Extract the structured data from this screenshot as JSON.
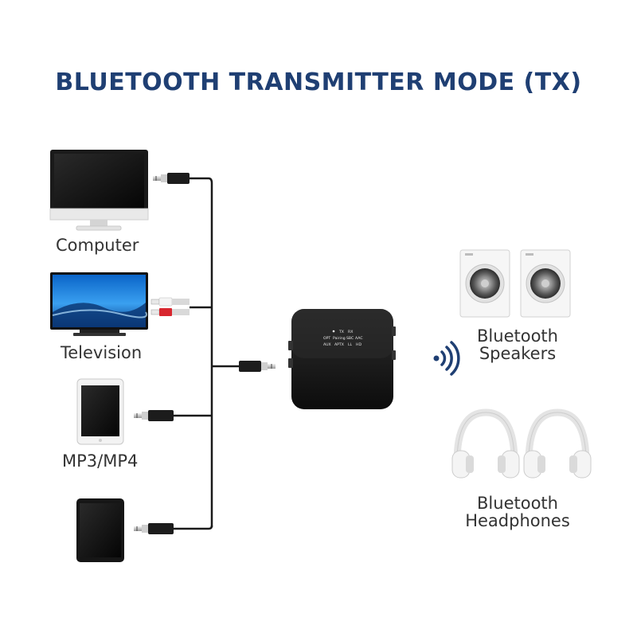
{
  "title": "BLUETOOTH TRANSMITTER MODE (TX)",
  "sources": [
    {
      "label": "Computer",
      "icon": "computer-monitor-icon"
    },
    {
      "label": "Television",
      "icon": "television-icon"
    },
    {
      "label": "MP3/MP4",
      "icon": "tablet-white-icon"
    },
    {
      "label": "",
      "icon": "tablet-black-icon"
    }
  ],
  "outputs": [
    {
      "label_line1": "Bluetooth",
      "label_line2": "Speakers",
      "icon": "speakers-icon"
    },
    {
      "label_line1": "Bluetooth",
      "label_line2": "Headphones",
      "icon": "headphones-icon"
    }
  ],
  "device": {
    "row1": [
      "TX",
      "RX"
    ],
    "row2": [
      "OPT",
      "Pairing",
      "SBC",
      "AAC"
    ],
    "row3": [
      "AUX",
      "APTX",
      "LL",
      "HD"
    ]
  },
  "colors": {
    "title": "#1f3f73",
    "signal": "#1f3f73",
    "cable": "#1a1a1a"
  },
  "signal_icon": "bluetooth-signal-icon"
}
